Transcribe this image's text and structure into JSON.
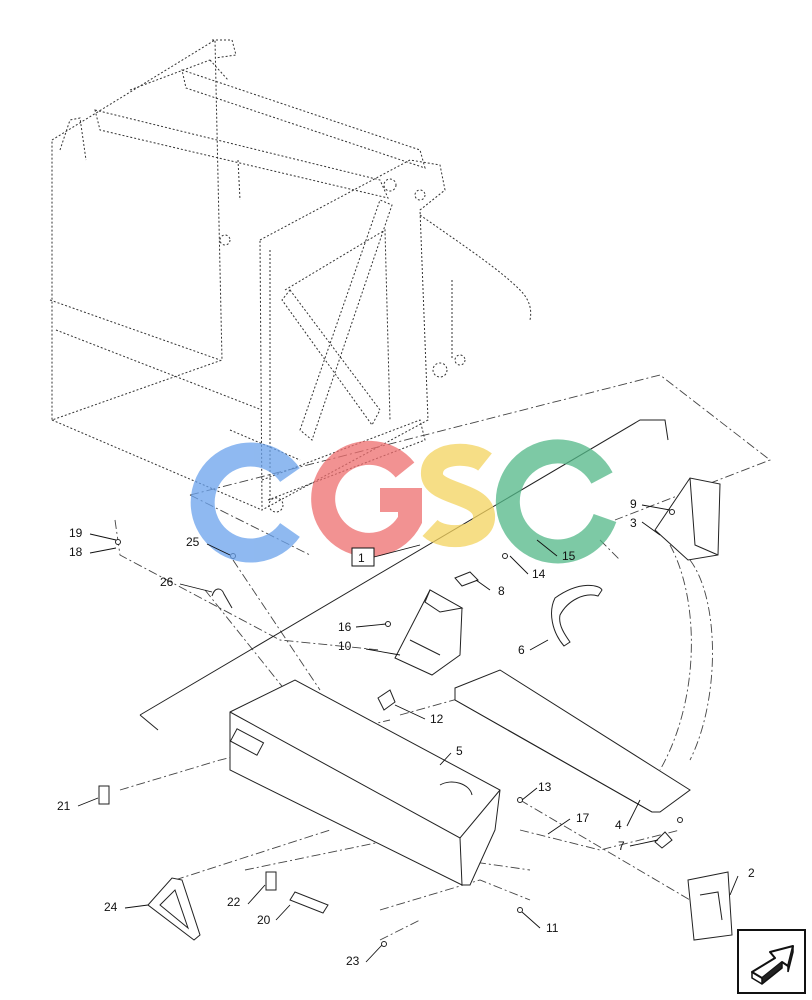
{
  "watermark": {
    "letters": [
      "C",
      "G",
      "S",
      "C"
    ],
    "colors": [
      "#6aa2ec",
      "#ee6e6e",
      "#f4d35e",
      "#52b888"
    ]
  },
  "callouts": [
    {
      "id": "c1",
      "text": "1"
    },
    {
      "id": "c2",
      "text": "2"
    },
    {
      "id": "c3",
      "text": "3"
    },
    {
      "id": "c4",
      "text": "4"
    },
    {
      "id": "c5",
      "text": "5"
    },
    {
      "id": "c6",
      "text": "6"
    },
    {
      "id": "c7",
      "text": "7"
    },
    {
      "id": "c8",
      "text": "8"
    },
    {
      "id": "c9",
      "text": "9"
    },
    {
      "id": "c10",
      "text": "10"
    },
    {
      "id": "c11",
      "text": "11"
    },
    {
      "id": "c12",
      "text": "12"
    },
    {
      "id": "c13",
      "text": "13"
    },
    {
      "id": "c14",
      "text": "14"
    },
    {
      "id": "c15",
      "text": "15"
    },
    {
      "id": "c16",
      "text": "16"
    },
    {
      "id": "c17",
      "text": "17"
    },
    {
      "id": "c18",
      "text": "18"
    },
    {
      "id": "c19",
      "text": "19"
    },
    {
      "id": "c20",
      "text": "20"
    },
    {
      "id": "c21",
      "text": "21"
    },
    {
      "id": "c22",
      "text": "22"
    },
    {
      "id": "c23",
      "text": "23"
    },
    {
      "id": "c24",
      "text": "24"
    },
    {
      "id": "c25",
      "text": "25"
    },
    {
      "id": "c26",
      "text": "26"
    }
  ],
  "nav_icon": "next-page-arrow-icon"
}
